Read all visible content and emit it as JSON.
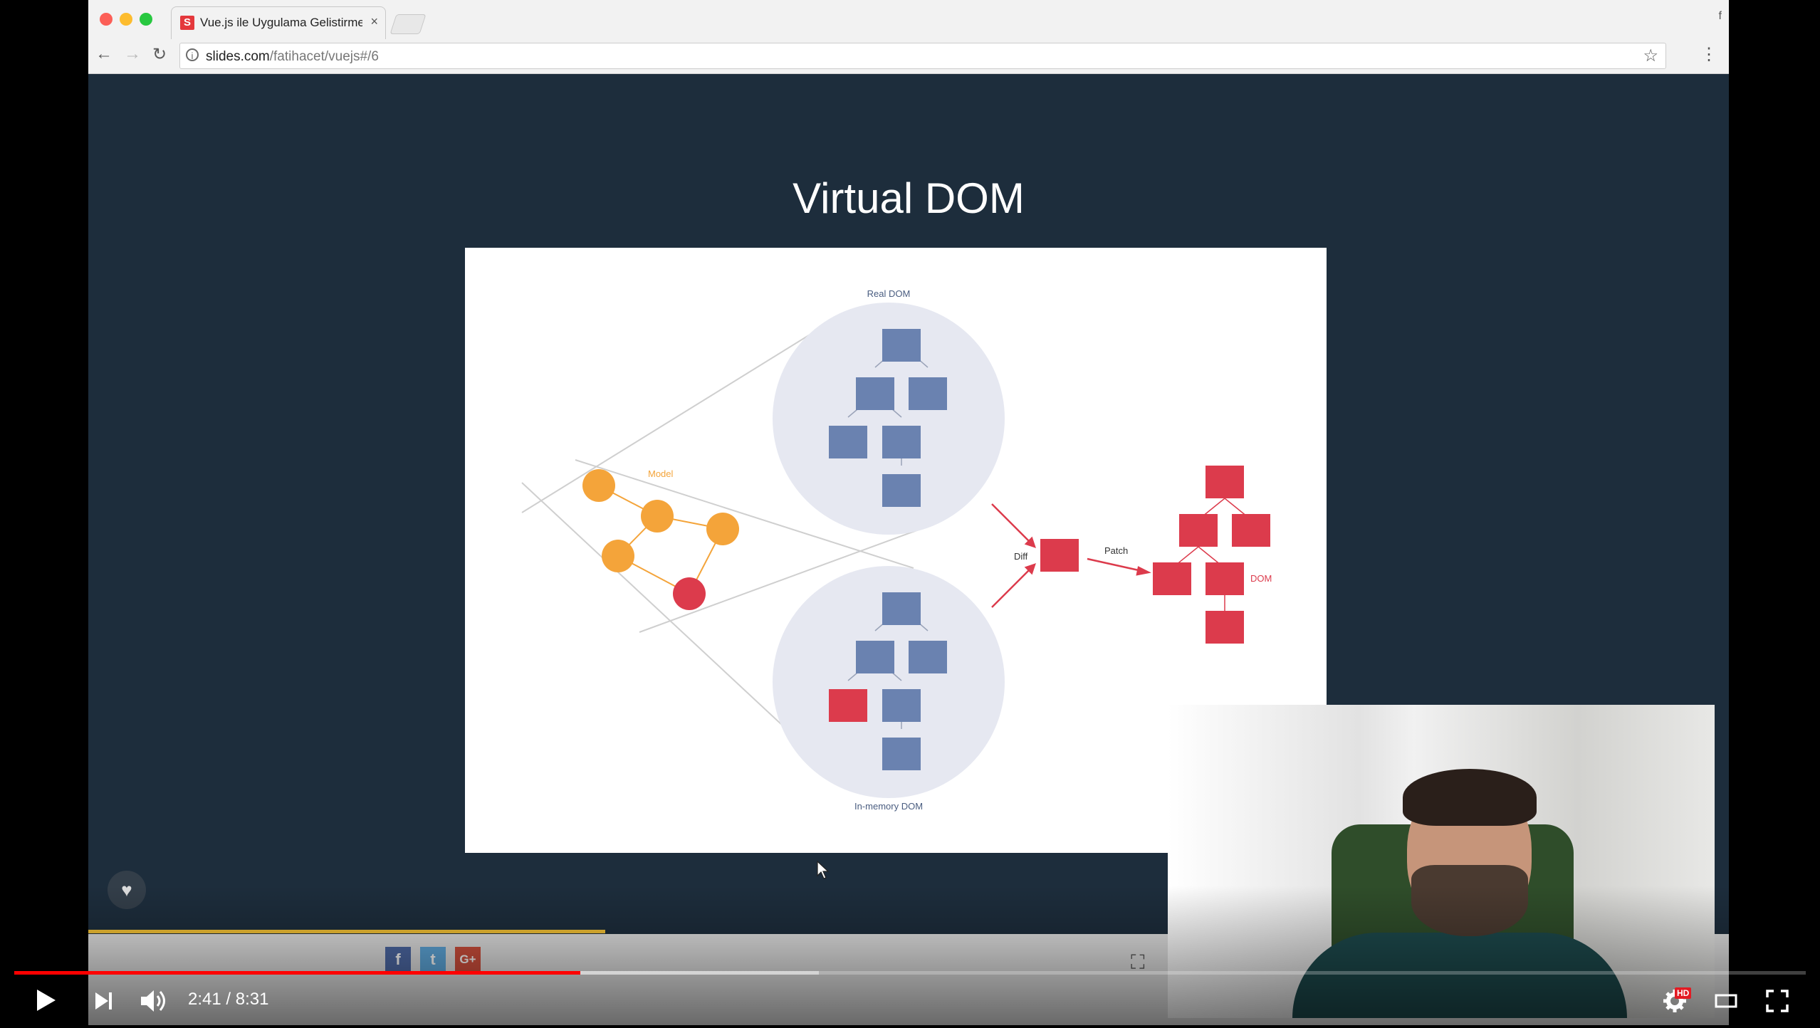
{
  "browser": {
    "tab_title": "Vue.js ile Uygulama Gelistirme",
    "tab_favicon_letter": "S",
    "url_domain": "slides.com",
    "url_path": "/fatihacet/vuejs#/6",
    "top_right_label": "f"
  },
  "slide": {
    "title": "Virtual DOM",
    "diagram": {
      "real_dom_label": "Real DOM",
      "model_label": "Model",
      "in_memory_label": "In-memory DOM",
      "diff_label": "Diff",
      "patch_label": "Patch",
      "dom_label": "DOM"
    },
    "share": {
      "facebook": "f",
      "twitter": "t",
      "google": "G+"
    },
    "progress_fraction": 0.315
  },
  "player": {
    "current_time": "2:41",
    "separator": " / ",
    "duration": "8:31",
    "progress_fraction": 0.316,
    "hd_badge": "HD"
  },
  "colors": {
    "slide_bg": "#1d2d3c",
    "blue_node": "#6a82b0",
    "red_node": "#dc3b4c",
    "orange_node": "#f4a43a",
    "yt_red": "#ff0000"
  }
}
